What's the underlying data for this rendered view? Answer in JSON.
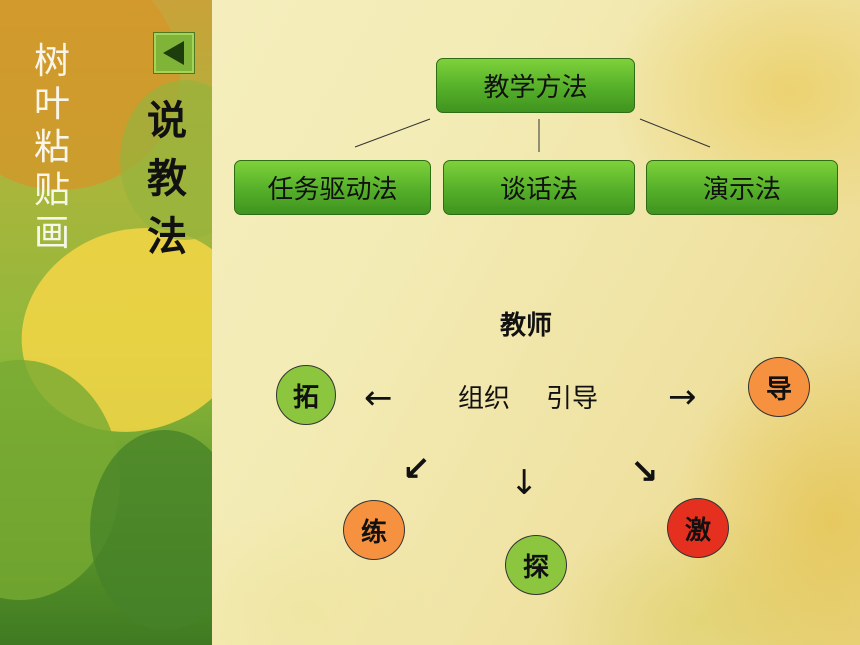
{
  "sidebar": {
    "vertical_title": [
      "树",
      "叶",
      "粘",
      "贴",
      "画"
    ],
    "section_title": [
      "说",
      "教",
      "法"
    ]
  },
  "nav": {
    "back_icon": "triangle-left-icon"
  },
  "methods": {
    "root": "教学方法",
    "children": [
      "任务驱动法",
      "谈话法",
      "演示法"
    ]
  },
  "teacher": {
    "label": "教师",
    "center_left": "组织",
    "center_right": "引导",
    "nodes": {
      "tuo": "拓",
      "dao": "导",
      "lian": "练",
      "tan": "探",
      "ji": "激"
    },
    "arrows": {
      "left": "←",
      "right": "→",
      "down_left": "↙",
      "down": "↓",
      "down_right": "↘"
    }
  },
  "colors": {
    "green_node": "#8cc63f",
    "orange_node": "#f6923f",
    "red_node": "#e6301f",
    "box_green": "#58b22a"
  }
}
